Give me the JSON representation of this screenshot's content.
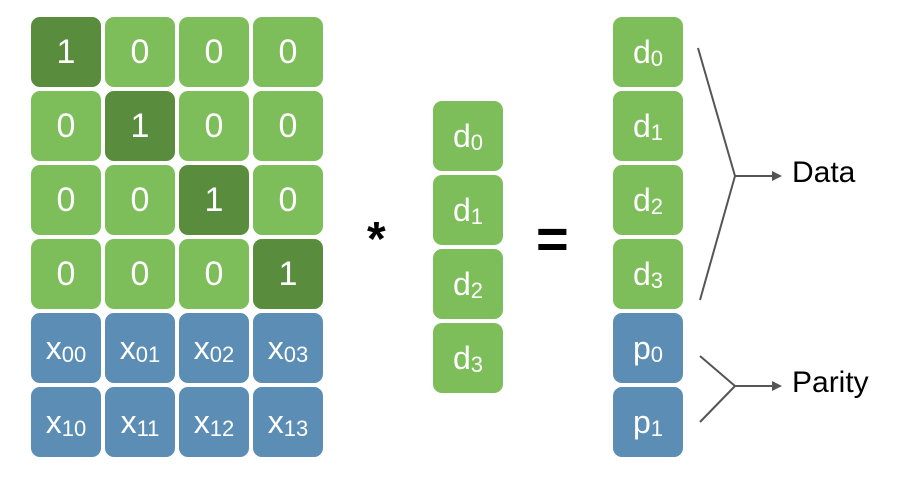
{
  "matrix": {
    "rows": [
      [
        {
          "v": "1",
          "k": "dark"
        },
        {
          "v": "0",
          "k": "green"
        },
        {
          "v": "0",
          "k": "green"
        },
        {
          "v": "0",
          "k": "green"
        }
      ],
      [
        {
          "v": "0",
          "k": "green"
        },
        {
          "v": "1",
          "k": "dark"
        },
        {
          "v": "0",
          "k": "green"
        },
        {
          "v": "0",
          "k": "green"
        }
      ],
      [
        {
          "v": "0",
          "k": "green"
        },
        {
          "v": "0",
          "k": "green"
        },
        {
          "v": "1",
          "k": "dark"
        },
        {
          "v": "0",
          "k": "green"
        }
      ],
      [
        {
          "v": "0",
          "k": "green"
        },
        {
          "v": "0",
          "k": "green"
        },
        {
          "v": "0",
          "k": "green"
        },
        {
          "v": "1",
          "k": "dark"
        }
      ],
      [
        {
          "b": "x",
          "s": "00",
          "k": "blue"
        },
        {
          "b": "x",
          "s": "01",
          "k": "blue"
        },
        {
          "b": "x",
          "s": "02",
          "k": "blue"
        },
        {
          "b": "x",
          "s": "03",
          "k": "blue"
        }
      ],
      [
        {
          "b": "x",
          "s": "10",
          "k": "blue"
        },
        {
          "b": "x",
          "s": "11",
          "k": "blue"
        },
        {
          "b": "x",
          "s": "12",
          "k": "blue"
        },
        {
          "b": "x",
          "s": "13",
          "k": "blue"
        }
      ]
    ]
  },
  "vector": [
    {
      "b": "d",
      "s": "0",
      "k": "green"
    },
    {
      "b": "d",
      "s": "1",
      "k": "green"
    },
    {
      "b": "d",
      "s": "2",
      "k": "green"
    },
    {
      "b": "d",
      "s": "3",
      "k": "green"
    }
  ],
  "result": [
    {
      "b": "d",
      "s": "0",
      "k": "green"
    },
    {
      "b": "d",
      "s": "1",
      "k": "green"
    },
    {
      "b": "d",
      "s": "2",
      "k": "green"
    },
    {
      "b": "d",
      "s": "3",
      "k": "green"
    },
    {
      "b": "p",
      "s": "0",
      "k": "blue"
    },
    {
      "b": "p",
      "s": "1",
      "k": "blue"
    }
  ],
  "operators": {
    "multiply": "*",
    "equals": "="
  },
  "labels": {
    "data": "Data",
    "parity": "Parity"
  },
  "colors": {
    "green": "#7dbe5a",
    "dark_green": "#5a8c3e",
    "blue": "#5b8db5",
    "line": "#555555"
  }
}
